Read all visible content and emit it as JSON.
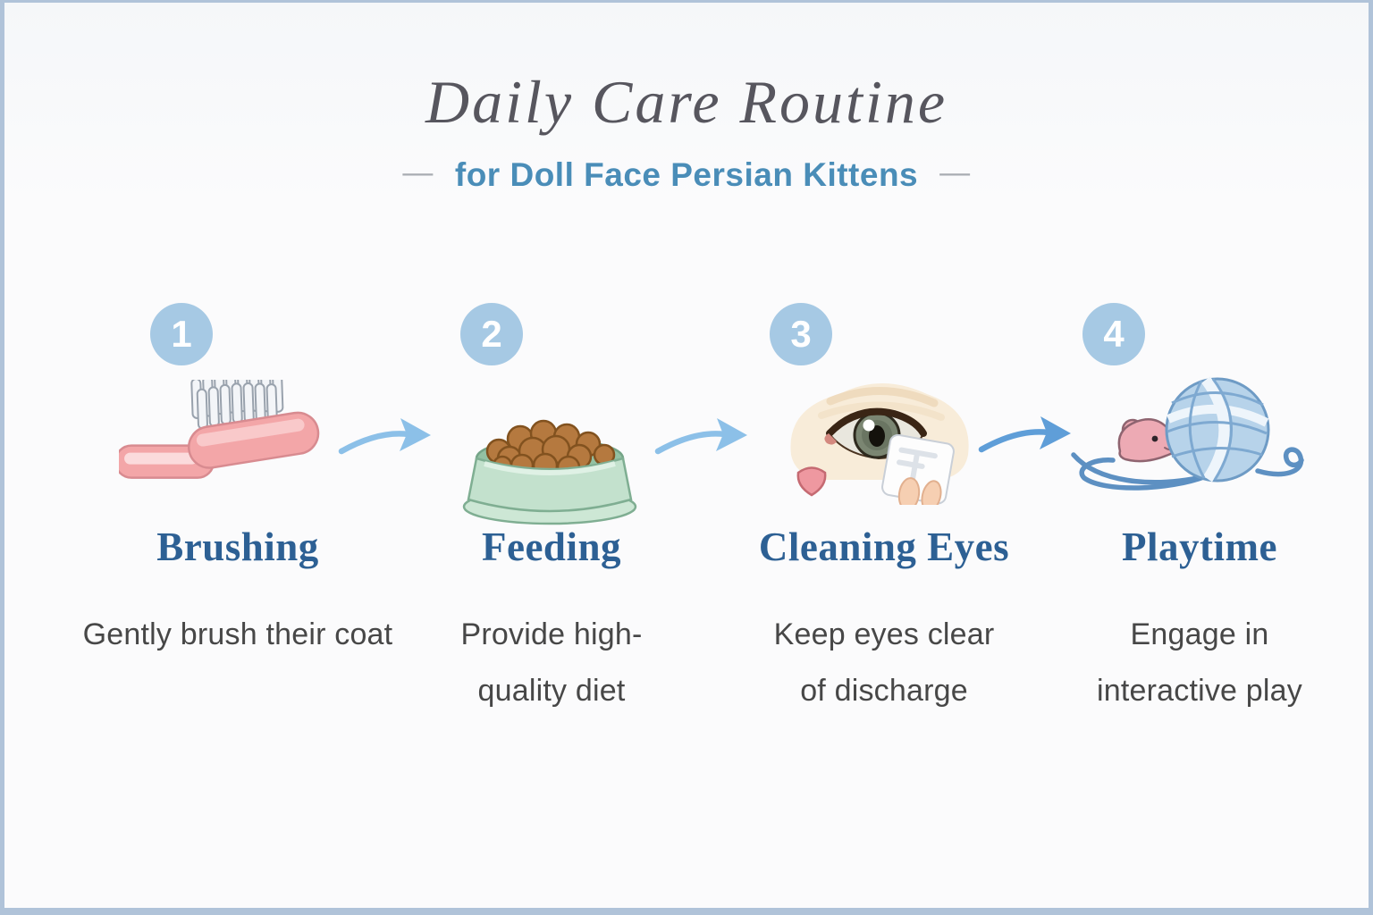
{
  "header": {
    "title": "Daily Care Routine",
    "subtitle": "for Doll Face Persian Kittens",
    "dash": "—"
  },
  "steps": [
    {
      "number": "1",
      "icon": "brush-icon",
      "title": "Brushing",
      "lines": [
        "Gently brush their coat"
      ]
    },
    {
      "number": "2",
      "icon": "food-bowl-icon",
      "title": "Feeding",
      "lines": [
        "Provide high-",
        "quality diet"
      ]
    },
    {
      "number": "3",
      "icon": "cat-eye-wipe-icon",
      "title": "Cleaning Eyes",
      "lines": [
        "Keep eyes clear",
        "of discharge"
      ]
    },
    {
      "number": "4",
      "icon": "yarn-ball-icon",
      "title": "Playtime",
      "lines": [
        "Engage in",
        "interactive play"
      ]
    }
  ],
  "colors": {
    "border": "#b0c3d9",
    "background": "#fafafb",
    "title_text": "#57565e",
    "subtitle_text": "#4a8db8",
    "step_title_text": "#2d6094",
    "body_text": "#474747",
    "badge_fill": "#a6c9e4",
    "badge_text": "#ffffff",
    "arrow_light": "#8cc0e8",
    "arrow_dark": "#5f9ed8"
  }
}
